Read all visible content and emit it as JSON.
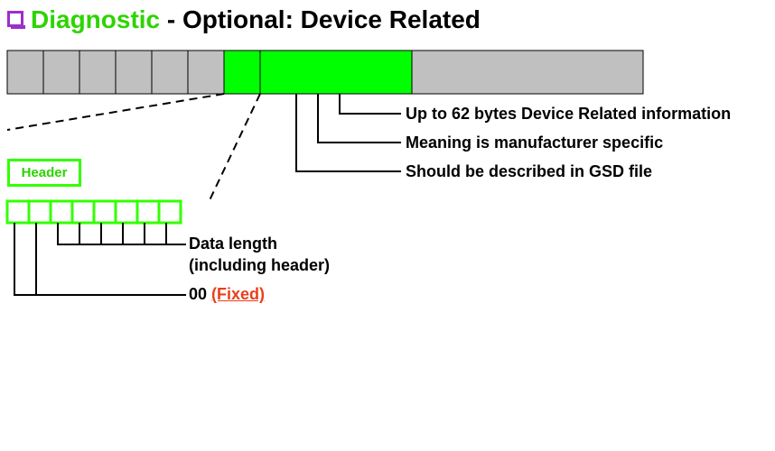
{
  "title": {
    "highlight": "Diagnostic",
    "rest": " - Optional: Device Related",
    "bullet_icon": "checkbox-bullet-icon",
    "highlight_color": "#2dd400",
    "bullet_color": "#9b2fc8"
  },
  "frame": {
    "cell_fill": "#c0c0c0",
    "highlight_fill": "#00ff00"
  },
  "annotations": {
    "line1": "Up to 62 bytes Device Related information",
    "line2": "Meaning is manufacturer specific",
    "line3": "Should be described in GSD file"
  },
  "header_box": {
    "label": "Header"
  },
  "header_labels": {
    "data_length": "Data length",
    "including": "(including header)",
    "zero_value": "00",
    "fixed": "(Fixed)",
    "fixed_color": "#e8401c"
  }
}
